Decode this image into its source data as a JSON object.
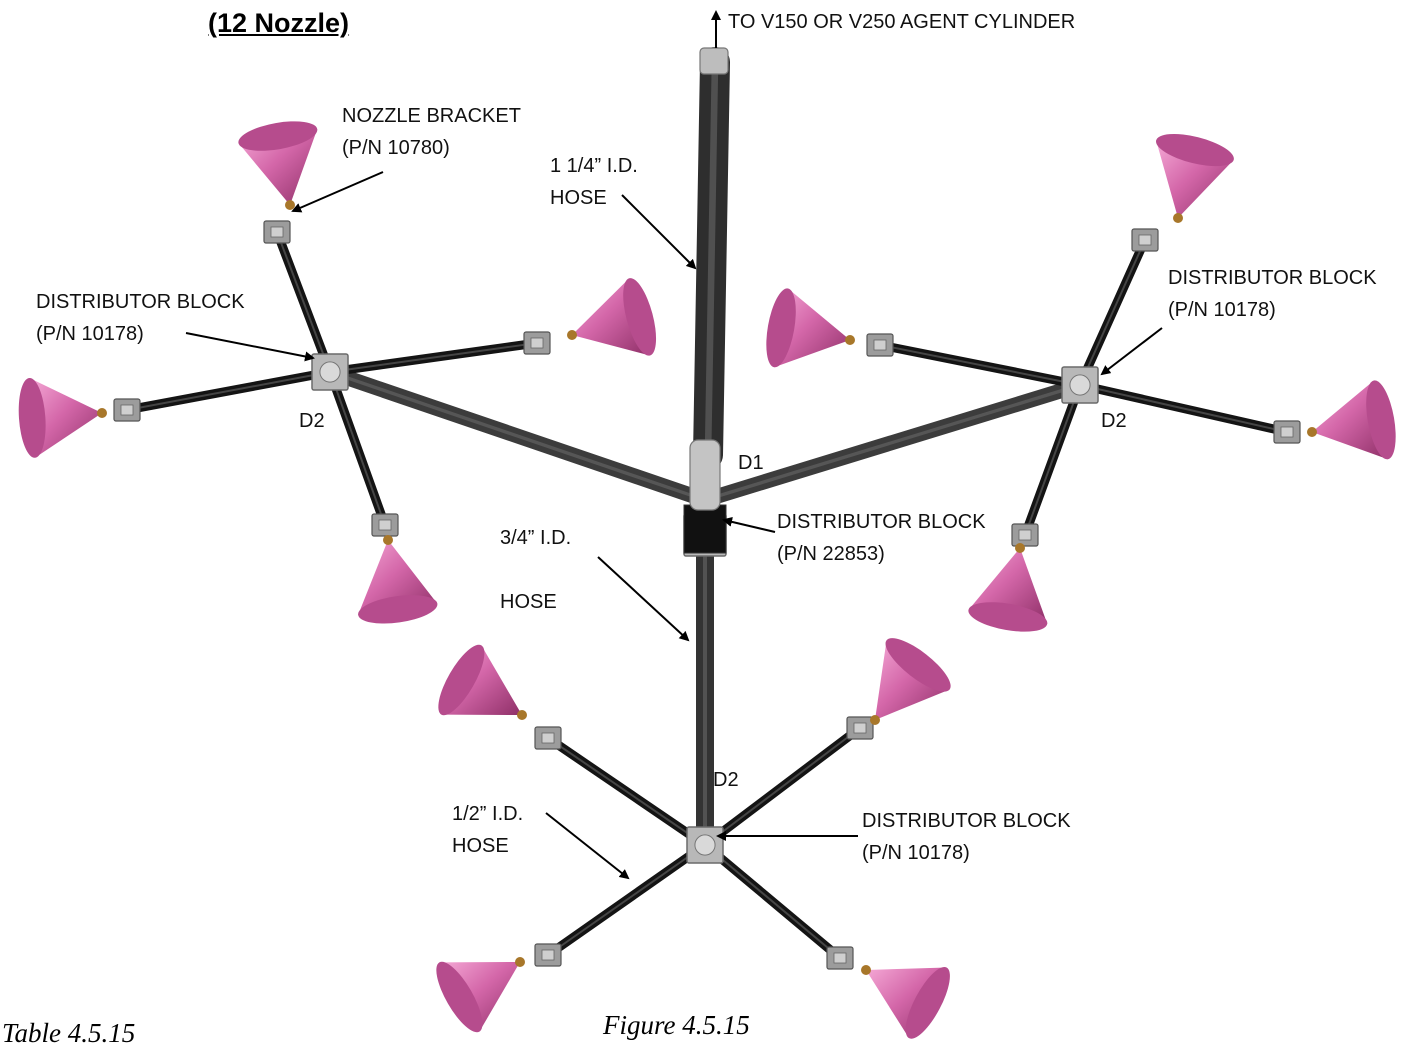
{
  "diagram": {
    "title": "(12 Nozzle)",
    "caption_table": "Table 4.5.15",
    "caption_figure": "Figure 4.5.15",
    "colors": {
      "nozzle": "#c8589c",
      "hose_main": "#3a3a3a",
      "hose_small": "#151515",
      "fitting": "#b8b8b8",
      "brass": "#a8772a"
    },
    "labels": {
      "inlet": "TO V150 OR V250 AGENT CYLINDER",
      "nozzle_bracket": "NOZZLE BRACKET\n(P/N 10780)",
      "hose_large": "1 1/4” I.D.\nHOSE",
      "db_left": "DISTRIBUTOR BLOCK\n(P/N 10178)",
      "db_right": "DISTRIBUTOR BLOCK\n(P/N 10178)",
      "db_center": "DISTRIBUTOR BLOCK\n(P/N 22853)",
      "db_bottom": "DISTRIBUTOR BLOCK\n(P/N 10178)",
      "hose_medium": "3/4” I.D.\n\nHOSE",
      "hose_small": "1/2” I.D.\nHOSE"
    },
    "markers": {
      "d1": "D1",
      "d2_left": "D2",
      "d2_right": "D2",
      "d2_bottom": "D2"
    }
  }
}
